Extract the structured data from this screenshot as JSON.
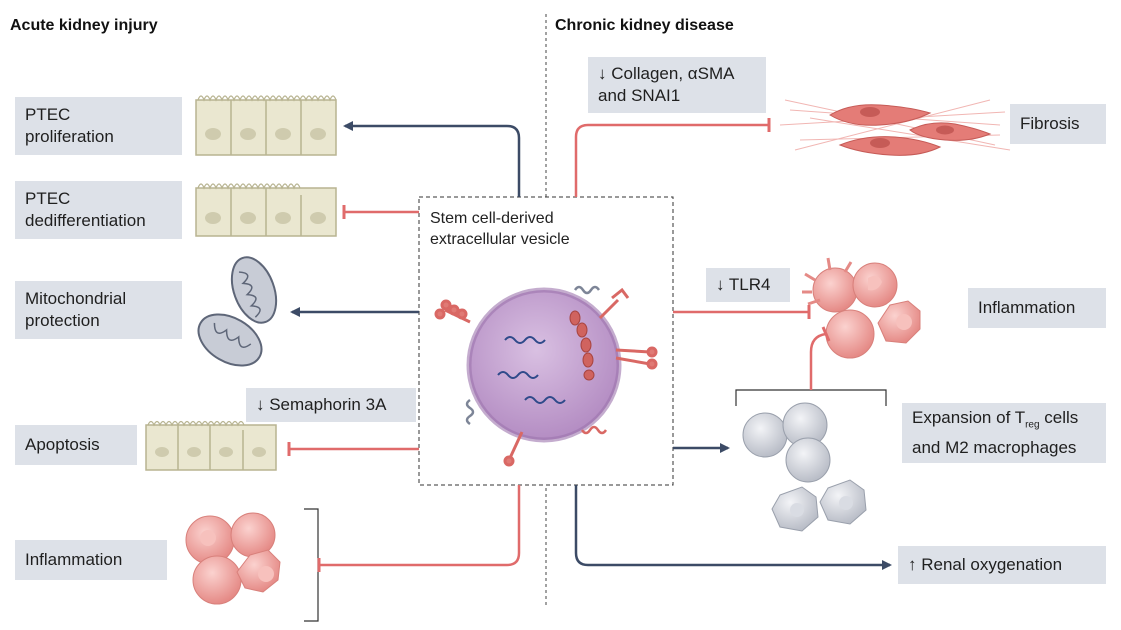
{
  "headers": {
    "left": "Acute kidney injury",
    "right": "Chronic kidney disease"
  },
  "center": {
    "line1": "Stem cell-derived",
    "line2": "extracellular vesicle"
  },
  "left_boxes": {
    "ptec_prolif": {
      "line1": "PTEC",
      "line2": "proliferation"
    },
    "ptec_dediff": {
      "line1": "PTEC",
      "line2": "dedifferentiation"
    },
    "mito": {
      "line1": "Mitochondrial",
      "line2": "protection"
    },
    "apoptosis": "Apoptosis",
    "inflammation": "Inflammation"
  },
  "left_mediators": {
    "semaphorin": "↓ Semaphorin 3A"
  },
  "right_boxes": {
    "fibrosis": "Fibrosis",
    "inflammation": "Inflammation",
    "expansion": {
      "pre": "Expansion of T",
      "sub": "reg",
      "post": " cells",
      "line2": "and M2 macrophages"
    },
    "oxygenation": "↑ Renal oxygenation"
  },
  "right_mediators": {
    "collagen": {
      "line1": "↓ Collagen, αSMA",
      "line2": "and SNAI1"
    },
    "tlr4": "↓ TLR4"
  },
  "colors": {
    "activate": "#3c4b66",
    "inhibit": "#e06b6b",
    "cell": "#e9e6cf",
    "macrophage": "#f2a6a2",
    "vesicle": "#c7a6d3",
    "box": "#dde1e8"
  }
}
